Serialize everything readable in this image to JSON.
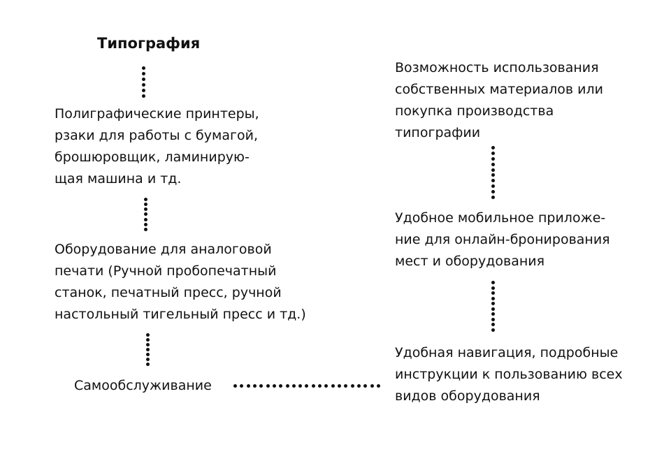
{
  "left_column": {
    "title": "Типография",
    "node_1": "Полиграфические принтеры,\nрзаки для работы с бумагой,\nброшюровщик, ламинирую-\nщая машина и тд.",
    "node_2": "Оборудование для аналоговой\nпечати (Ручной пробопечатный\nстанок, печатный пресс, ручной\nнастольный тигельный пресс и тд.)",
    "node_3": "Самообслуживание"
  },
  "right_column": {
    "node_1": "Возможность использования\nсобственных материалов или\nпокупка производства\nтипографии",
    "node_2": "Удобное мобильное приложе-\nние для онлайн-бронирования\nмест и оборудования",
    "node_3": "Удобная навигация, подробные\nинструкции к пользованию всех\nвидов оборудования"
  },
  "colors": {
    "text": "#111111",
    "background": "#ffffff",
    "connector": "#111111"
  },
  "connector_style": "dotted"
}
